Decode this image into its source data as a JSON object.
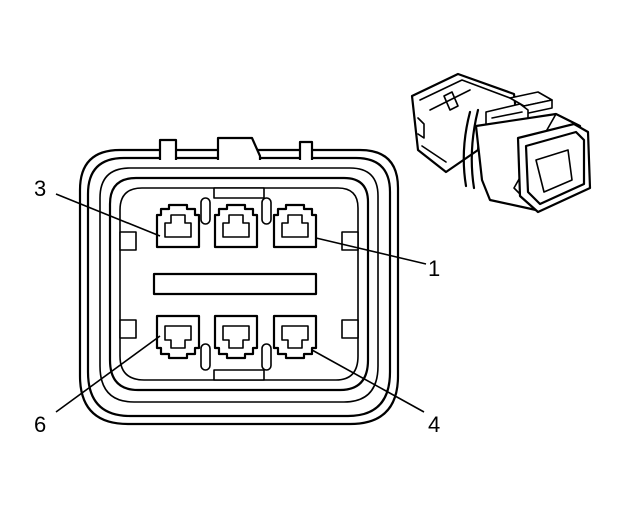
{
  "callouts": {
    "pin_1": "1",
    "pin_3": "3",
    "pin_4": "4",
    "pin_6": "6"
  },
  "colors": {
    "line": "#000000",
    "background": "#ffffff"
  }
}
